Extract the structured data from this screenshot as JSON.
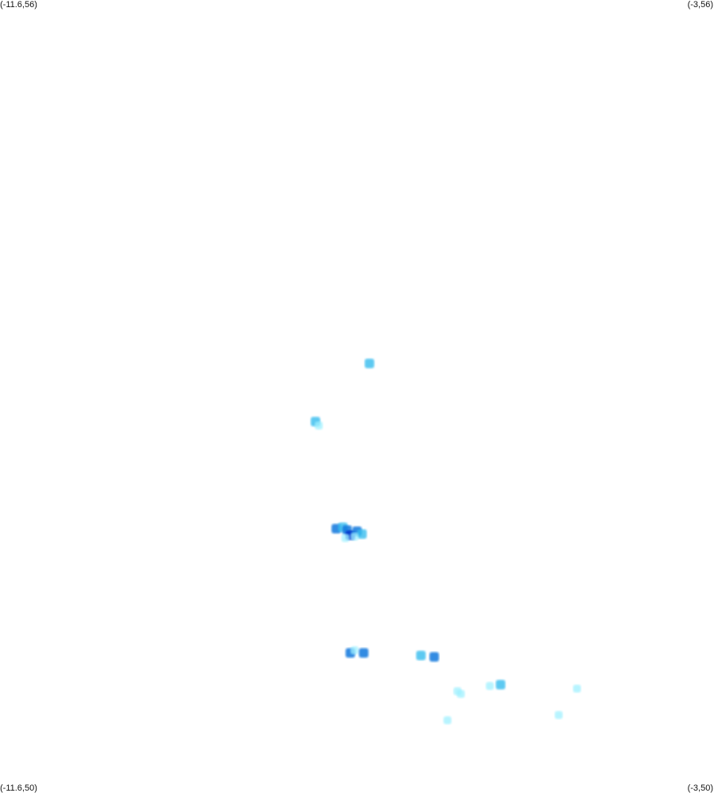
{
  "map": {
    "corners": {
      "top_left": "(-11.6,56)",
      "top_right": "(-3,56)",
      "bottom_left": "(-11.6,50)",
      "bottom_right": "(-3,50)"
    },
    "extent": {
      "lon_min": -11.6,
      "lon_max": -3,
      "lat_min": 50,
      "lat_max": 56
    },
    "colors": {
      "background": "#ffffff",
      "low": "#9ff0ff",
      "mid": "#33bbee",
      "high": "#1177dd",
      "peak": "#0033cc"
    },
    "clusters": [
      {
        "lon": -7.15,
        "lat": 53.25,
        "level": "mid"
      },
      {
        "lon": -7.8,
        "lat": 52.81,
        "level": "mid"
      },
      {
        "lon": -7.76,
        "lat": 52.78,
        "level": "low"
      },
      {
        "lon": -7.55,
        "lat": 52.0,
        "level": "high"
      },
      {
        "lon": -7.47,
        "lat": 52.01,
        "level": "mid"
      },
      {
        "lon": -7.42,
        "lat": 51.99,
        "level": "high"
      },
      {
        "lon": -7.38,
        "lat": 51.95,
        "level": "peak"
      },
      {
        "lon": -7.3,
        "lat": 51.98,
        "level": "high"
      },
      {
        "lon": -7.24,
        "lat": 51.96,
        "level": "mid"
      },
      {
        "lon": -7.33,
        "lat": 51.94,
        "level": "low"
      },
      {
        "lon": -7.44,
        "lat": 51.93,
        "level": "low"
      },
      {
        "lon": -7.38,
        "lat": 51.06,
        "level": "high"
      },
      {
        "lon": -7.33,
        "lat": 51.08,
        "level": "low"
      },
      {
        "lon": -7.22,
        "lat": 51.06,
        "level": "high"
      },
      {
        "lon": -6.53,
        "lat": 51.04,
        "level": "mid"
      },
      {
        "lon": -6.37,
        "lat": 51.03,
        "level": "high"
      },
      {
        "lon": -6.09,
        "lat": 50.77,
        "level": "low"
      },
      {
        "lon": -6.05,
        "lat": 50.75,
        "level": "low"
      },
      {
        "lon": -5.7,
        "lat": 50.81,
        "level": "low"
      },
      {
        "lon": -5.57,
        "lat": 50.82,
        "level": "mid"
      },
      {
        "lon": -6.21,
        "lat": 50.55,
        "level": "low"
      },
      {
        "lon": -4.65,
        "lat": 50.79,
        "level": "low"
      },
      {
        "lon": -4.87,
        "lat": 50.59,
        "level": "low"
      }
    ]
  }
}
